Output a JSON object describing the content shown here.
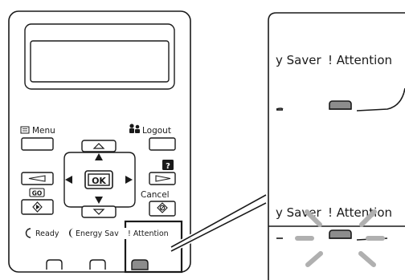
{
  "panel": {
    "menu_label": "Menu",
    "logout_label": "Logout",
    "ok_label": "OK",
    "help_key": "?",
    "go_key": "GO",
    "cancel_label": "Cancel",
    "ready_label": "Ready",
    "energy_saver_label": "Energy Saver",
    "attention_label": "! Attention"
  },
  "callouts": {
    "top": {
      "energy_saver_fragment": "y Saver",
      "attention_label": "! Attention",
      "led_state": "on"
    },
    "bottom": {
      "energy_saver_fragment": "y Saver",
      "attention_label": "! Attention",
      "led_state": "blinking"
    }
  },
  "colors": {
    "led": "#8c8c8c",
    "outline": "#1a1a1a",
    "panel_bg": "#ffffff",
    "flash_rays": "#b0b0b0"
  }
}
